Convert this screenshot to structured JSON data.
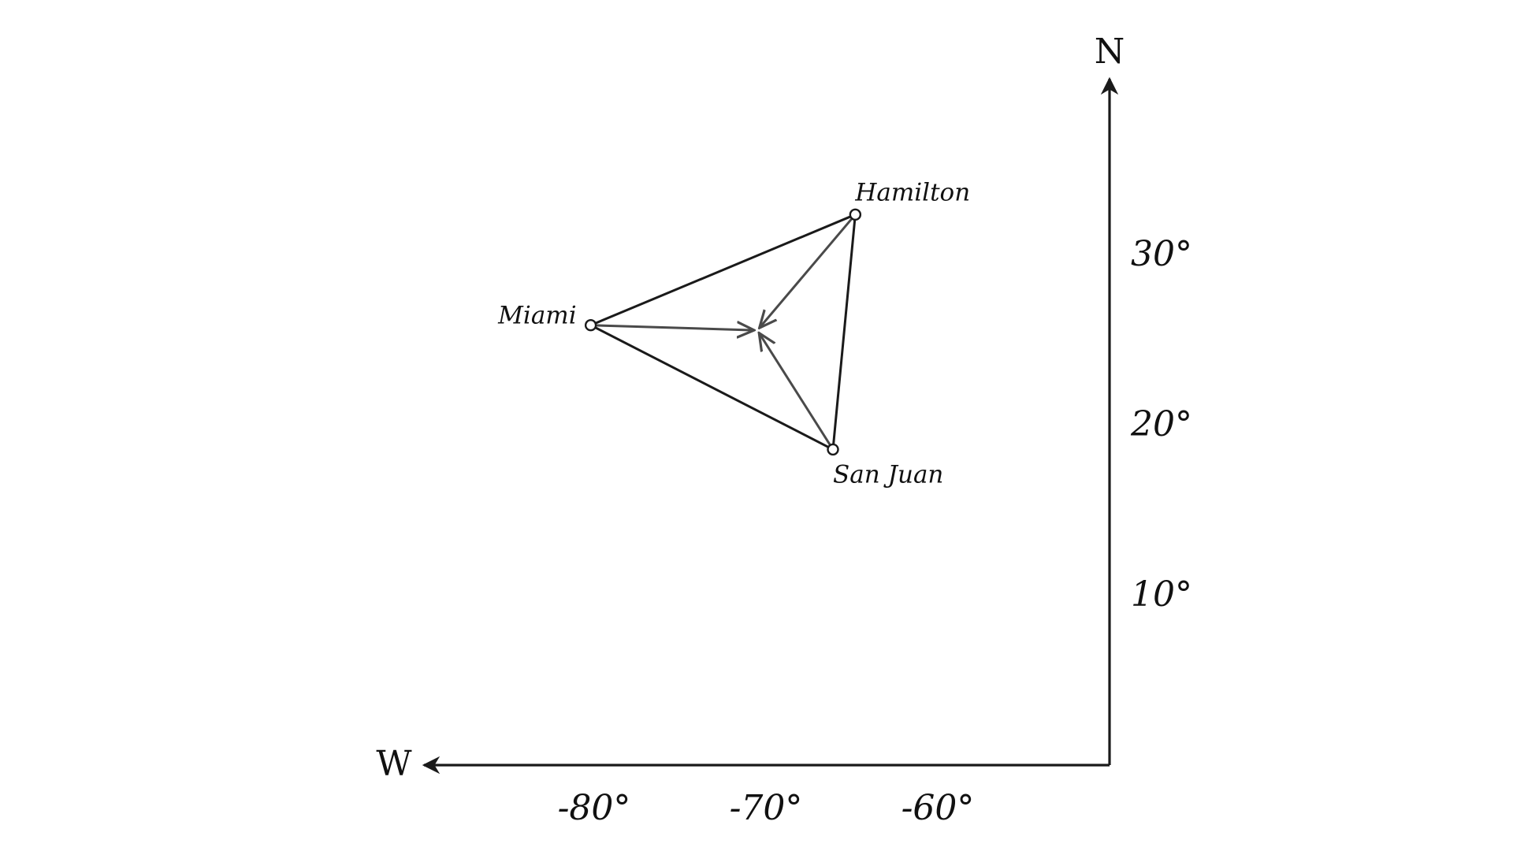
{
  "axes": {
    "north_label": "N",
    "west_label": "W",
    "longitude_ticks": [
      {
        "value": -80,
        "label": "-80°"
      },
      {
        "value": -70,
        "label": "-70°"
      },
      {
        "value": -60,
        "label": "-60°"
      }
    ],
    "latitude_ticks": [
      {
        "value": 30,
        "label": "30°"
      },
      {
        "value": 20,
        "label": "20°"
      },
      {
        "value": 10,
        "label": "10°"
      }
    ]
  },
  "cities": [
    {
      "id": "miami",
      "name": "Miami",
      "lon": -80.2,
      "lat": 25.8
    },
    {
      "id": "hamilton",
      "name": "Hamilton",
      "lon": -64.8,
      "lat": 32.3
    },
    {
      "id": "san-juan",
      "name": "San Juan",
      "lon": -66.1,
      "lat": 18.5
    }
  ],
  "center_point": {
    "lon": -70.5,
    "lat": 25.5
  },
  "colors": {
    "lines": "#1a1a1a",
    "vectors": "#4a4a4a",
    "background": "#ffffff"
  }
}
